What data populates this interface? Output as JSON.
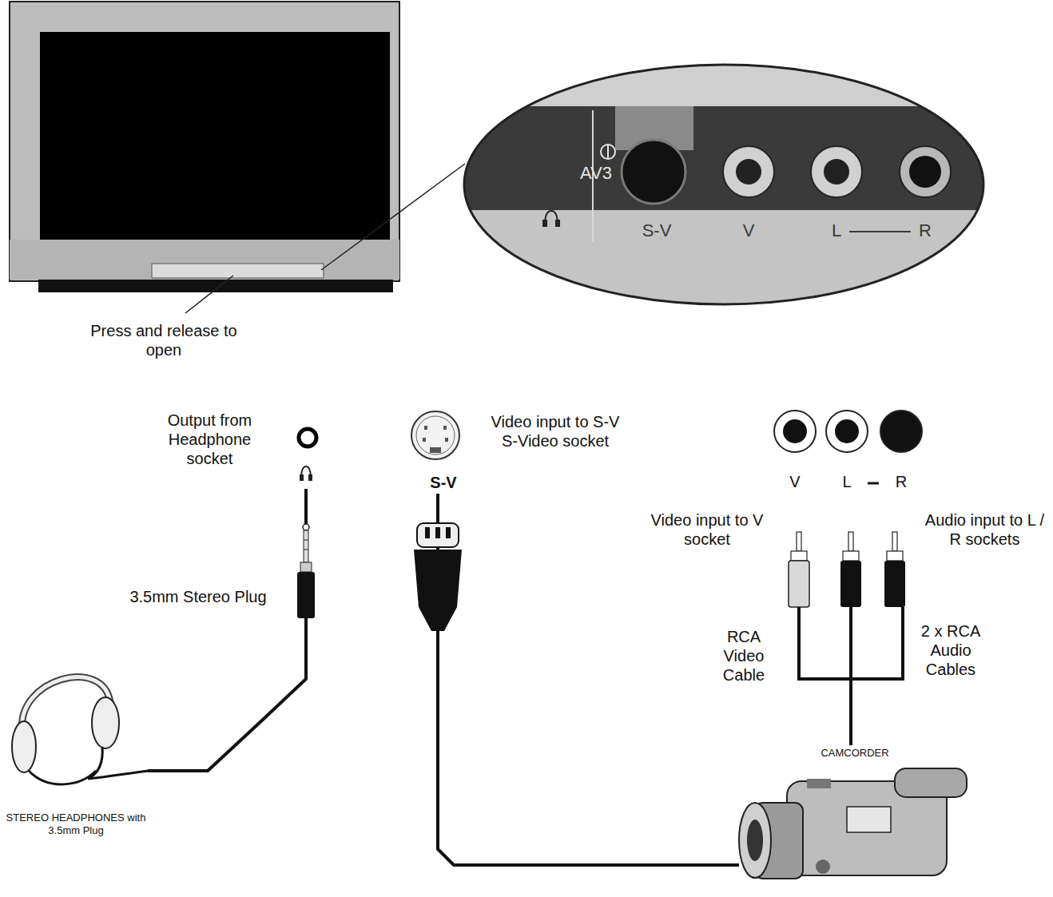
{
  "diagram": {
    "nodes": [
      {
        "text": [
          "AV3",
          "S-V",
          "V",
          "L",
          "R"
        ]
      },
      {
        "text": [
          "Output from Headphone socket"
        ]
      },
      {
        "text": [
          "S-V",
          "Video input to S-V S-Video socket"
        ]
      },
      {
        "text": [
          "V",
          "L",
          "R",
          "Video input to V socket",
          "Audio input to L / R sockets"
        ]
      },
      {
        "text": [
          "STEREO HEADPHONES with 3.5mm Plug"
        ]
      },
      {
        "text": [
          "CAMCORDER"
        ]
      }
    ],
    "edges": [
      {
        "from": 4,
        "to": 1,
        "arrow": "none"
      },
      {
        "from": 5,
        "to": 2,
        "arrow": "none"
      },
      {
        "from": 5,
        "to": 3,
        "arrow": "none"
      }
    ],
    "labels": [
      "Press and release to open",
      "3.5mm Stereo Plug",
      "RCA Video Cable",
      "2 x RCA Audio Cables"
    ]
  }
}
